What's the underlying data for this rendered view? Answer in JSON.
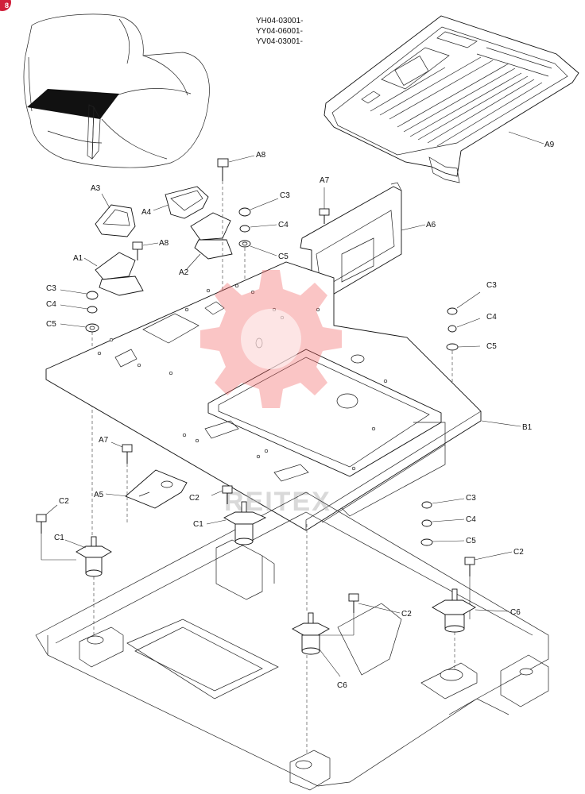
{
  "page": {
    "badge_text": "8",
    "serials": [
      "YH04-03001-",
      "YY04-06001-",
      "YV04-03001-"
    ],
    "watermark_text": "REITEX",
    "watermark_color": "#f25a5a"
  },
  "callouts": {
    "a1": "A1",
    "a2": "A2",
    "a3": "A3",
    "a4": "A4",
    "a5": "A5",
    "a6": "A6",
    "a7": "A7",
    "a8": "A8",
    "a9": "A9",
    "b1": "B1",
    "c1": "C1",
    "c2": "C2",
    "c3": "C3",
    "c4": "C4",
    "c5": "C5",
    "c6": "C6"
  }
}
